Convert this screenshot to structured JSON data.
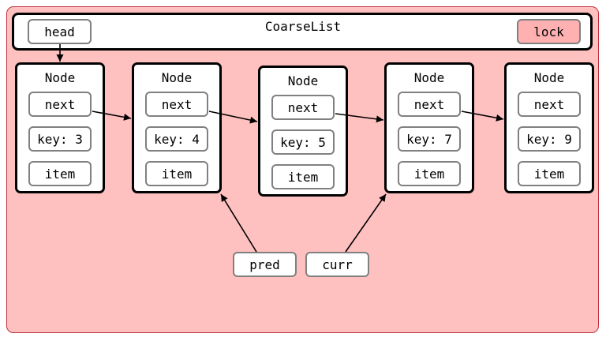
{
  "list": {
    "title": "CoarseList",
    "head_label": "head",
    "lock_label": "lock",
    "lock_color": "#ffb0b0"
  },
  "nodes": [
    {
      "title": "Node",
      "next": "next",
      "key": "key: 3",
      "item": "item"
    },
    {
      "title": "Node",
      "next": "next",
      "key": "key: 4",
      "item": "item"
    },
    {
      "title": "Node",
      "next": "next",
      "key": "key: 5",
      "item": "item"
    },
    {
      "title": "Node",
      "next": "next",
      "key": "key: 7",
      "item": "item"
    },
    {
      "title": "Node",
      "next": "next",
      "key": "key: 9",
      "item": "item"
    }
  ],
  "pointers": {
    "pred_label": "pred",
    "curr_label": "curr"
  },
  "colors": {
    "background": "#ffc0c0",
    "border": "#c0303c"
  }
}
